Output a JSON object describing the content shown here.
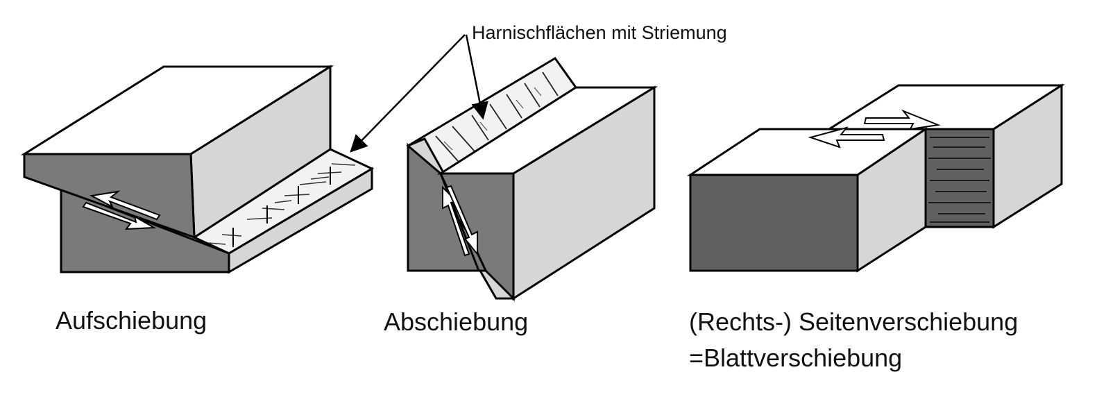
{
  "annotation": {
    "text": "Harnischflächen mit Striemung"
  },
  "panels": [
    {
      "id": "reverse",
      "caption": "Aufschiebung"
    },
    {
      "id": "normal",
      "caption": "Abschiebung"
    },
    {
      "id": "strike-slip",
      "caption_line1": "(Rechts-) Seitenverschiebung",
      "caption_line2": "=Blattverschiebung"
    }
  ],
  "colors": {
    "top_face": "#ffffff",
    "light_face": "#d6d6d6",
    "dark_face": "#7a7a7a",
    "darkest_face": "#616161",
    "slickenside": "#f2f2f2",
    "outline": "#000000"
  }
}
